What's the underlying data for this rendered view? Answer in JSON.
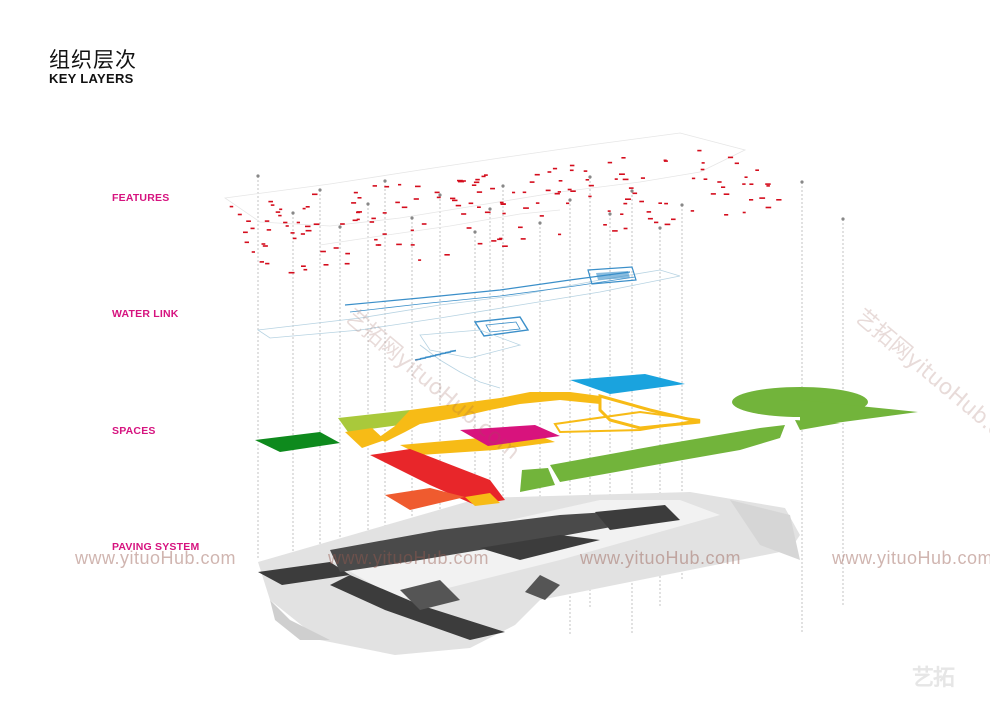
{
  "title_cn": "组织层次",
  "title_en": "KEY LAYERS",
  "layers": [
    {
      "label": "FEATURES"
    },
    {
      "label": "WATER LINK"
    },
    {
      "label": "SPACES"
    },
    {
      "label": "PAVING SYSTEM"
    }
  ],
  "watermark": {
    "text": "www.yituoHub.com",
    "diagonal_text": "艺拓网yituoHub.com",
    "logo_text": "艺拓"
  },
  "colors": {
    "label": "#d6137f",
    "features": "#d40d1d",
    "water": "#3b8fc9",
    "yellow": "#f7bb16",
    "green": "#72b43b",
    "dark_green": "#0e8a1d",
    "lime": "#a9c93b",
    "blue": "#1aa3de",
    "magenta": "#d8137d",
    "red": "#e8262a",
    "orange": "#ef5b2f",
    "paving_dark": "#3c3c3c",
    "paving_light": "#dcdcdc"
  }
}
